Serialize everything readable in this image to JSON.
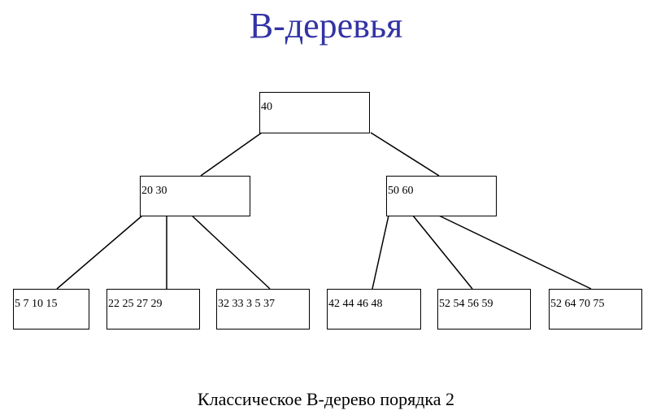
{
  "title": "B-деревья",
  "caption": "Классическое B-дерево порядка 2",
  "colors": {
    "title": "#3333a6",
    "line": "#000000"
  },
  "tree": {
    "root": {
      "keys": "40"
    },
    "level1": [
      {
        "keys": "20 30"
      },
      {
        "keys": "50 60"
      }
    ],
    "leaves": [
      {
        "keys": "5 7 10 15"
      },
      {
        "keys": "22 25 27 29"
      },
      {
        "keys": "32 33 3 5 37"
      },
      {
        "keys": "42 44 46 48"
      },
      {
        "keys": "52 54 56 59"
      },
      {
        "keys": "52 64 70 75"
      }
    ]
  }
}
